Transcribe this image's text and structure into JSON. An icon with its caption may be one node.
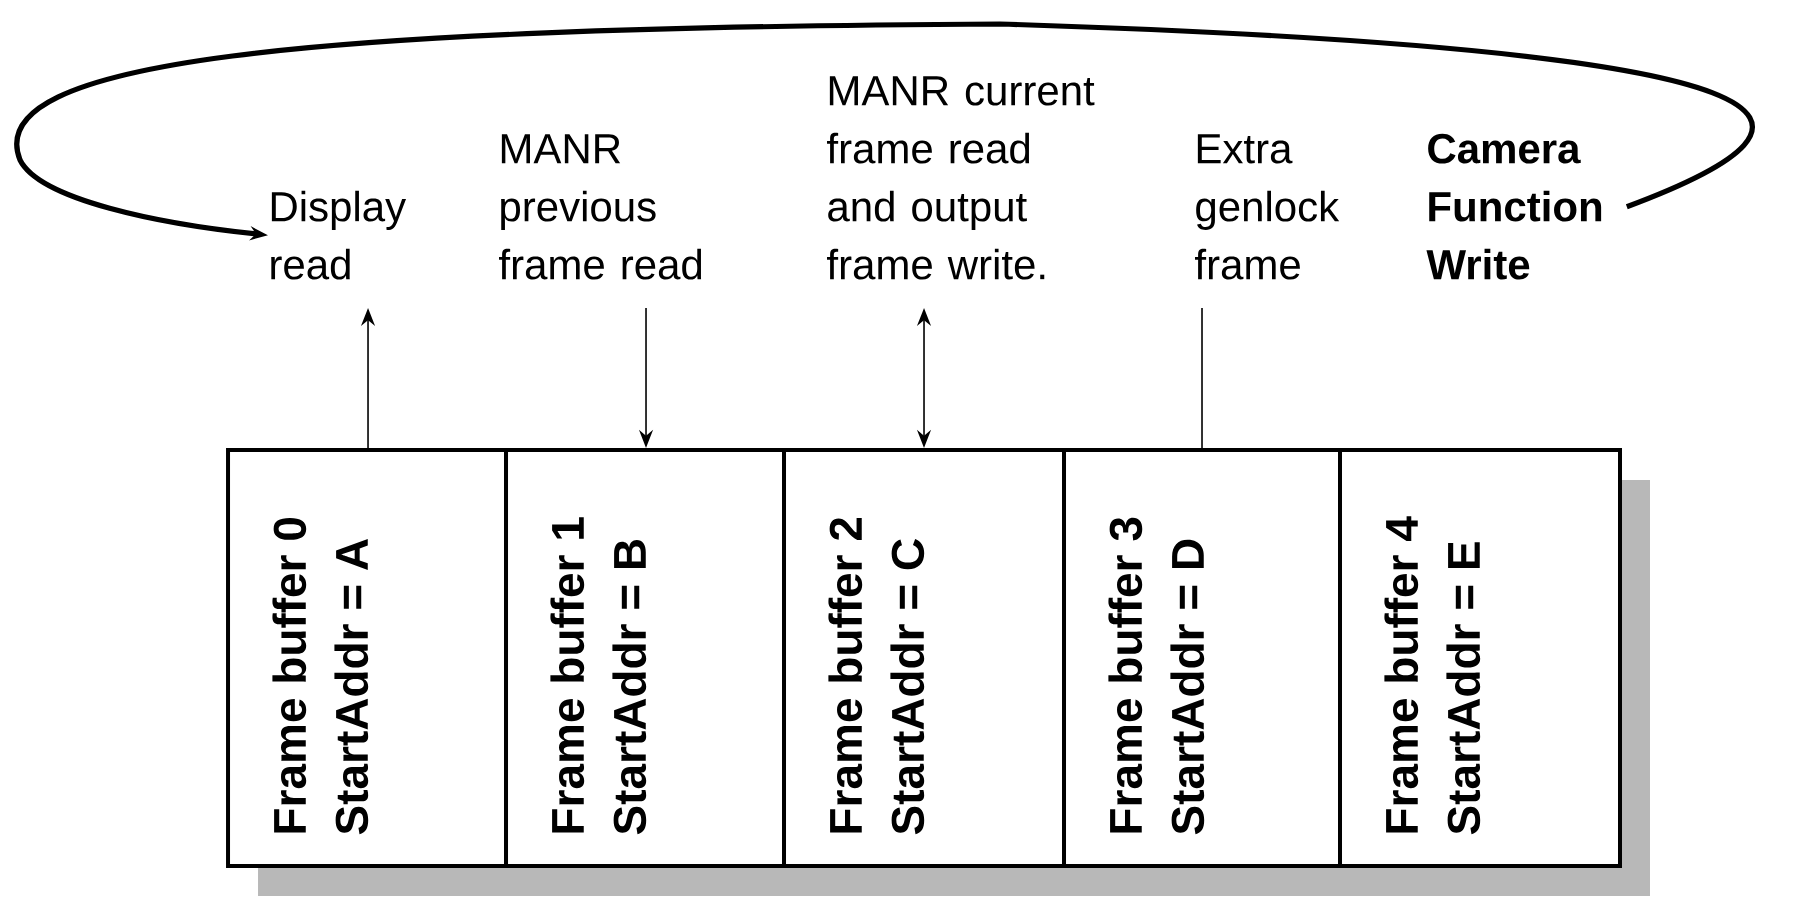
{
  "diagram": {
    "nodes": [
      {
        "text": [
          "Frame buffer 0",
          "StartAddr = A"
        ]
      },
      {
        "text": [
          "Frame buffer 1",
          "StartAddr = B"
        ]
      },
      {
        "text": [
          "Frame buffer 2",
          "StartAddr = C"
        ]
      },
      {
        "text": [
          "Frame buffer 3",
          "StartAddr = D"
        ]
      },
      {
        "text": [
          "Frame buffer 4",
          "StartAddr = E"
        ]
      },
      {
        "text": [
          "Display read"
        ]
      },
      {
        "text": [
          "MANR previous frame read"
        ]
      },
      {
        "text": [
          "MANR current frame read and output frame write."
        ]
      },
      {
        "text": [
          "Extra genlock frame"
        ]
      },
      {
        "text": [
          "Camera Function Write"
        ]
      }
    ],
    "edges": [
      {
        "from": 0,
        "to": 5,
        "arrow": "to"
      },
      {
        "from": 6,
        "to": 1,
        "arrow": "to"
      },
      {
        "from": 7,
        "to": 2,
        "arrow": "both"
      },
      {
        "from": 8,
        "to": 3,
        "arrow": "none"
      },
      {
        "from": 9,
        "to": 5,
        "arrow": "to",
        "style": "thick"
      }
    ]
  }
}
